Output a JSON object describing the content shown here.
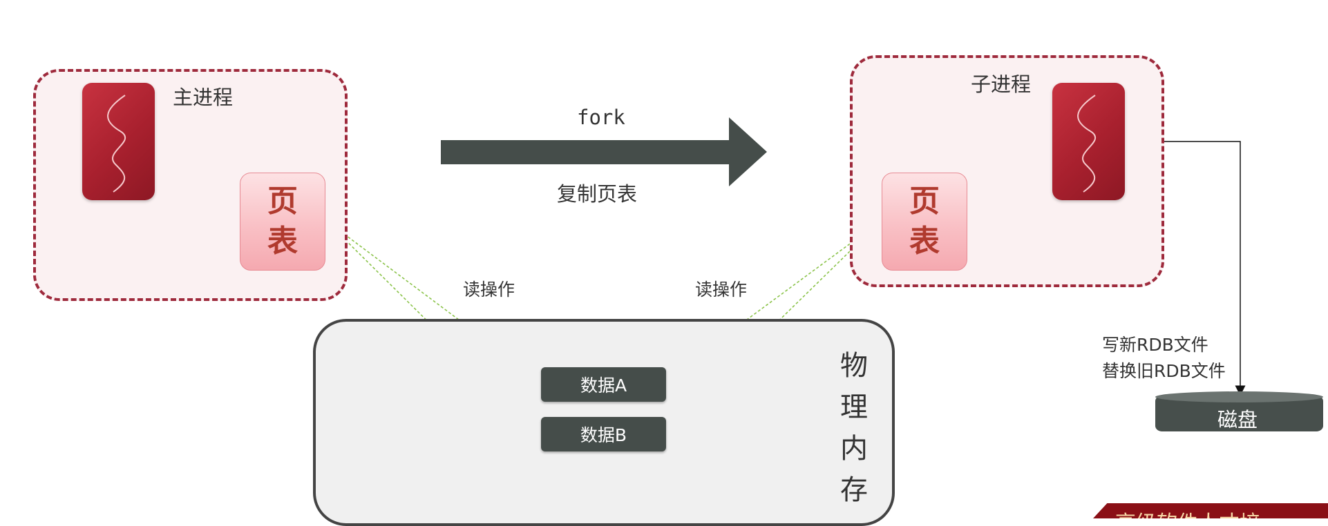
{
  "main_process": {
    "label": "主进程",
    "page_table": "页表"
  },
  "child_process": {
    "label": "子进程",
    "page_table": "页表"
  },
  "fork_arrow": {
    "top_label": "fork",
    "bottom_label": "复制页表"
  },
  "read_labels": {
    "left": "读操作",
    "right": "读操作"
  },
  "physical_memory": {
    "label": "物理内存",
    "blocks": [
      "数据A",
      "数据B"
    ]
  },
  "rdb": {
    "line1": "写新RDB文件",
    "line2": "替换旧RDB文件"
  },
  "disk": {
    "label": "磁盘"
  },
  "banner": {
    "text": "高级软件人才培"
  },
  "colors": {
    "process_border": "#9e2a3c",
    "process_fill": "#fbf1f2",
    "thread_red": "#b32533",
    "page_table_pink": "#f9c0c5",
    "data_block": "#454d4a",
    "fork_arrow": "#454d4a",
    "read_line_green": "#8bc34a"
  }
}
